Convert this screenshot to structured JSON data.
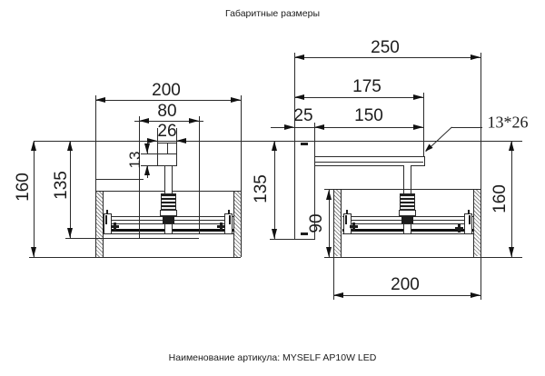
{
  "title": "Габаритные размеры",
  "footer": {
    "label": "Наименование артикула:",
    "value": "MYSELF AP10W LED"
  },
  "front_view": {
    "dim_width": "200",
    "dim_span": "80",
    "dim_bracket": "26",
    "dim_arm_height": "13",
    "dim_total_height": "160",
    "dim_plate_height": "135"
  },
  "side_view": {
    "dim_total_depth": "250",
    "dim_arm_reach": "175",
    "dim_arm_length": "150",
    "dim_plate_width": "25",
    "dim_arm_profile": "13*26",
    "dim_body_height": "90",
    "dim_body_width": "200",
    "dim_total_height": "160",
    "dim_plate_height": "135"
  }
}
